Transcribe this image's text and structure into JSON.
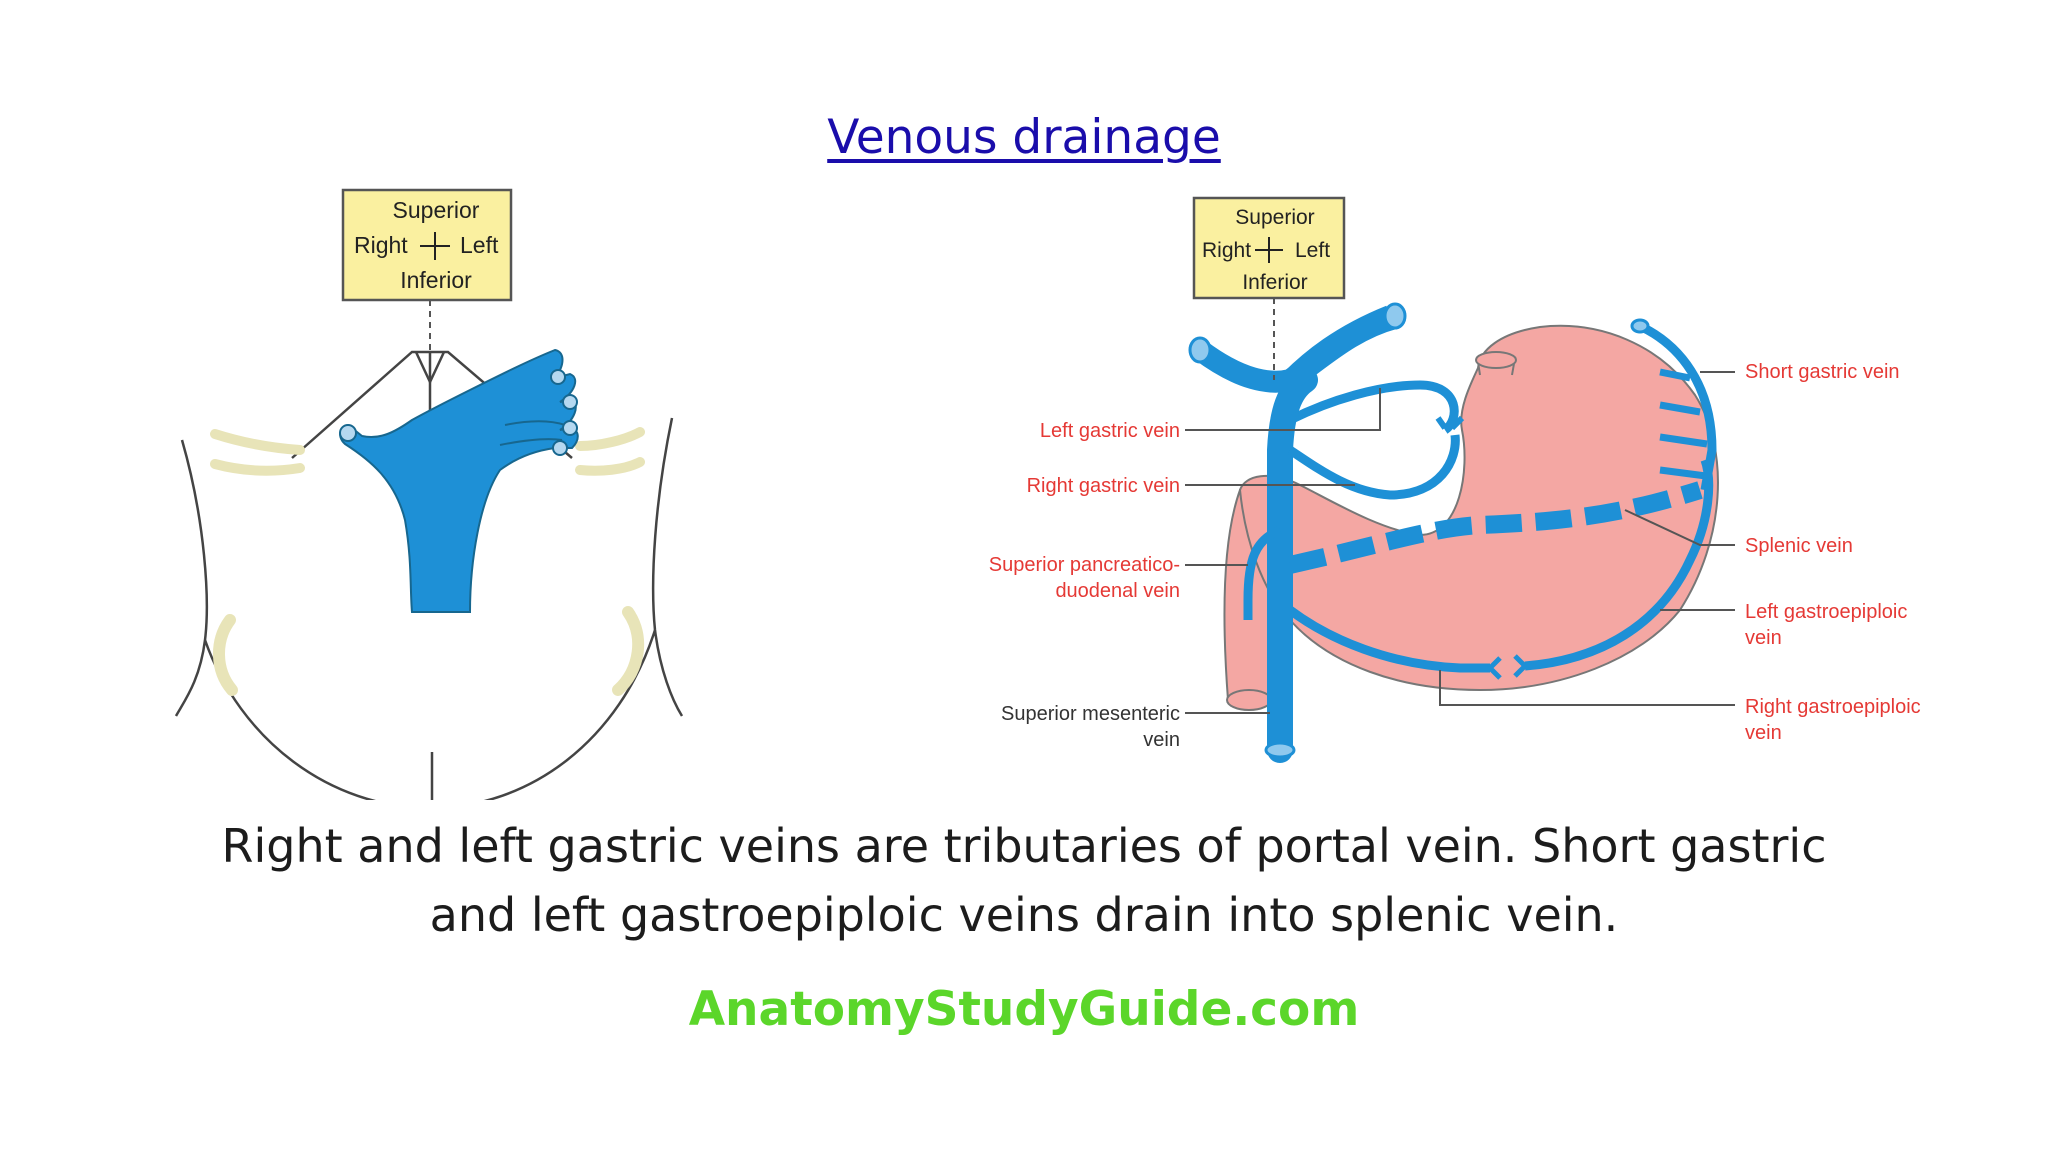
{
  "title": "Venous drainage",
  "orientation_left": {
    "superior": "Superior",
    "right": "Right",
    "left": "Left",
    "inferior": "Inferior"
  },
  "orientation_right": {
    "superior": "Superior",
    "right": "Right",
    "left": "Left",
    "inferior": "Inferior"
  },
  "labels": {
    "left_gastric": "Left gastric vein",
    "right_gastric": "Right gastric vein",
    "sup_panc_1": "Superior pancreatico-",
    "sup_panc_2": "duodenal vein",
    "sup_mes_1": "Superior mesenteric",
    "sup_mes_2": "vein",
    "short_gastric": "Short gastric vein",
    "splenic": "Splenic vein",
    "left_gastroepiploic_1": "Left gastroepiploic",
    "left_gastroepiploic_2": "vein",
    "right_gastroepiploic_1": "Right gastroepiploic",
    "right_gastroepiploic_2": "vein"
  },
  "caption": {
    "line1": "Right and left gastric veins are tributaries of portal vein. Short gastric",
    "line2": "and left gastroepiploic veins drain into splenic vein."
  },
  "brand": "AnatomyStudyGuide.com",
  "colors": {
    "vein": "#1e90d6",
    "stomach": "#f4a7a3",
    "label_red": "#e53935",
    "box": "#faf0a0",
    "link": "#1a0dab",
    "brand": "#5bd62a"
  }
}
